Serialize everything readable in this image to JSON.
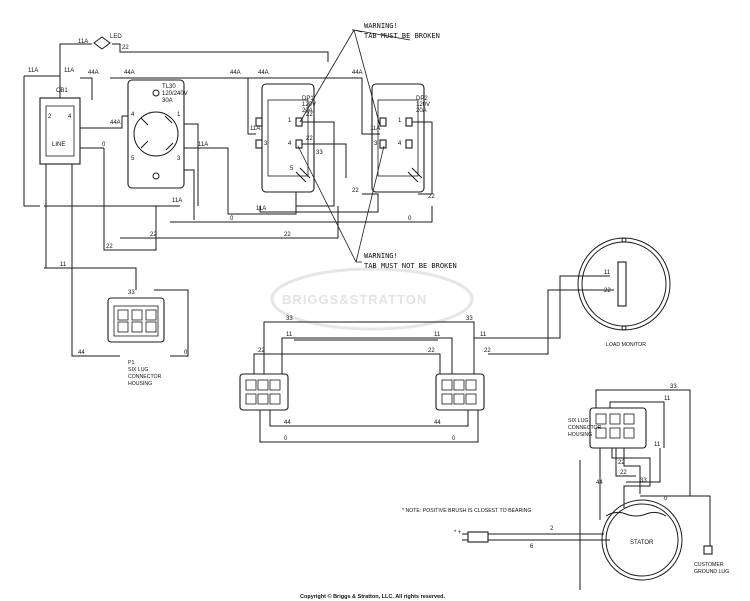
{
  "labels": {
    "led": "LED",
    "cb1": "CB1",
    "line": "LINE",
    "tl30": "TL30",
    "tl30_rating": "120/240V",
    "tl30_amps": "30A",
    "dp1": "DP1",
    "dp2": "DP2",
    "dp_volt": "120V",
    "dp_amps": "20A",
    "warning": "WARNING!",
    "tab_broken": "TAB MUST BE BROKEN",
    "tab_not_broken": "TAB MUST NOT BE BROKEN",
    "p1": "P1",
    "six_lug": "SIX LUG",
    "connector": "CONNECTOR",
    "housing": "HOUSING",
    "load_monitor": "LOAD MONITOR",
    "note": "* NOTE: POSITIVE BRUSH IS CLOSEST TO BEARING",
    "stator": "STATOR",
    "customer": "CUSTOMER",
    "ground_lug": "GROUND LUG",
    "watermark": "BRIGGS&STRATTON",
    "copyright": "Copyright © Briggs & Stratton, LLC. All rights reserved."
  },
  "wires": {
    "w11a": "11A",
    "w22": "22",
    "w44a": "44A",
    "w33": "33",
    "w11": "11",
    "w44": "44",
    "w0": "0",
    "w2": "2",
    "w6": "6",
    "w4": "4",
    "w5": "5",
    "w3": "3",
    "w1": "1"
  }
}
